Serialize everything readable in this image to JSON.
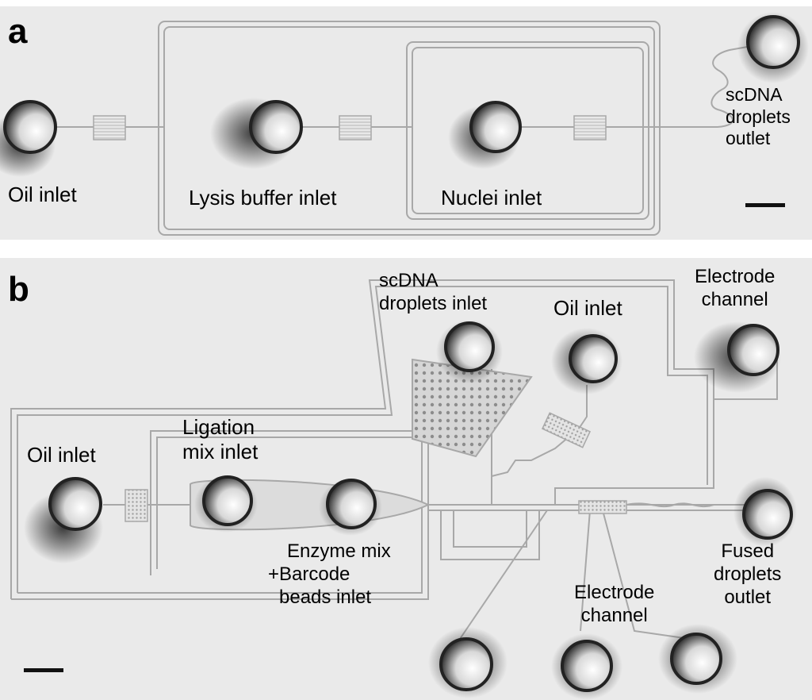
{
  "panel_a": {
    "letter": "a",
    "labels": {
      "oil_inlet": "Oil inlet",
      "lysis_buffer_inlet": "Lysis buffer inlet",
      "nuclei_inlet": "Nuclei inlet",
      "scdna_outlet": [
        "scDNA",
        "droplets",
        "outlet"
      ]
    }
  },
  "panel_b": {
    "letter": "b",
    "labels": {
      "scdna_inlet": [
        "scDNA",
        "droplets inlet"
      ],
      "oil_inlet_top": "Oil inlet",
      "electrode_channel_top": [
        "Electrode",
        "channel"
      ],
      "oil_inlet_left": "Oil inlet",
      "ligation_mix_inlet": [
        "Ligation",
        "mix inlet"
      ],
      "enzyme_mix_inlet": [
        "Enzyme mix",
        "+Barcode",
        "beads inlet"
      ],
      "electrode_channel_bottom": [
        "Electrode",
        "channel"
      ],
      "fused_outlet": [
        "Fused",
        "droplets",
        "outlet"
      ]
    }
  },
  "colors": {
    "background": "#eaeaea",
    "channel": "#a8a8a8",
    "port_dark": "#222222",
    "text": "#000000"
  }
}
